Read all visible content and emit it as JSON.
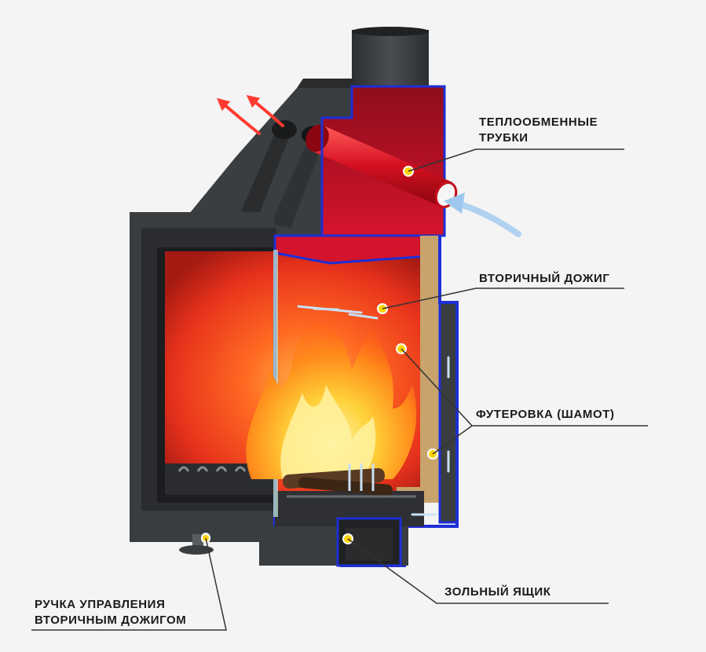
{
  "labels": {
    "heat_tubes_line1": "ТЕПЛООБМЕННЫЕ",
    "heat_tubes_line2": "ТРУБКИ",
    "secondary_burn": "ВТОРИЧНЫЙ ДОЖИГ",
    "lining": "ФУТЕРОВКА (ШАМОТ)",
    "ash_box": "ЗОЛЬНЫЙ ЯЩИК",
    "handle_line1": "РУЧКА УПРАВЛЕНИЯ",
    "handle_line2": "ВТОРИЧНЫМ ДОЖИГОМ"
  },
  "colors": {
    "background": "#f4f4f4",
    "steel": "#3a3d40",
    "steel_dark": "#222426",
    "chamber_red": "#c8102e",
    "firebox_glow": "#ff4a1c",
    "outline_blue": "#1d2fd6",
    "fireclay": "#c9a36c",
    "marker_yellow": "#ffd400",
    "hot_arrow": "#ff3b30",
    "cold_arrow": "#9fc8ee",
    "leader_line": "#333333"
  }
}
